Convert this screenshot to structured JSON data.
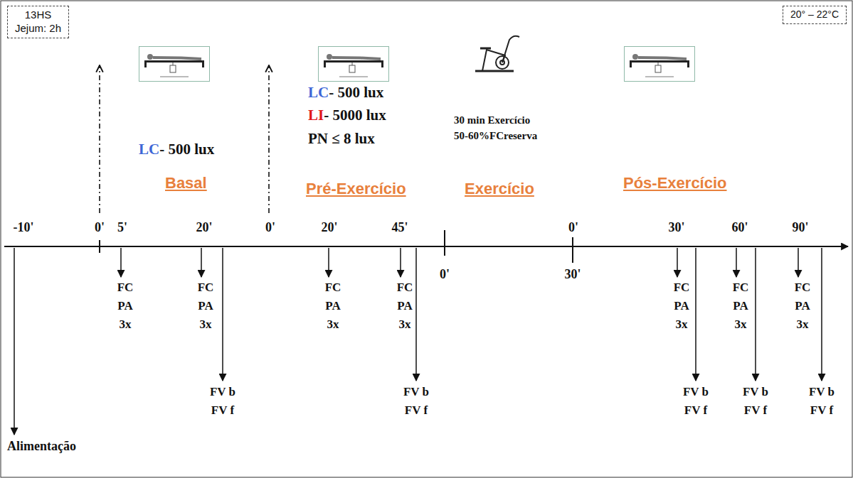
{
  "diagram": {
    "nodes": [
      {
        "text": [
          "13HS",
          "Jejum: 2h"
        ]
      },
      {
        "text": [
          "20° – 22°C"
        ]
      }
    ],
    "labels": [
      "LC",
      "- 500 lux",
      "Basal",
      "LC",
      "- 500 lux",
      "LI",
      "- 5000 lux",
      "PN ≤ 8 lux",
      "Pré-Exercício",
      "30 min Exercício",
      "50-60%FCreserva",
      "Exercício",
      "Pós-Exercício",
      "-10'",
      "0'",
      "5'",
      "20'",
      "0'",
      "20'",
      "45'",
      "0'",
      "30'",
      "60'",
      "90'",
      "0'",
      "30'",
      "FC",
      "PA",
      "3x",
      "FC",
      "PA",
      "3x",
      "FC",
      "PA",
      "3x",
      "FC",
      "PA",
      "3x",
      "FC",
      "PA",
      "3x",
      "FC",
      "PA",
      "3x",
      "FC",
      "PA",
      "3x",
      "FV b",
      "FV f",
      "FV b",
      "FV f",
      "FV b",
      "FV f",
      "FV b",
      "FV f",
      "FV b",
      "FV f",
      "Alimentação"
    ]
  }
}
